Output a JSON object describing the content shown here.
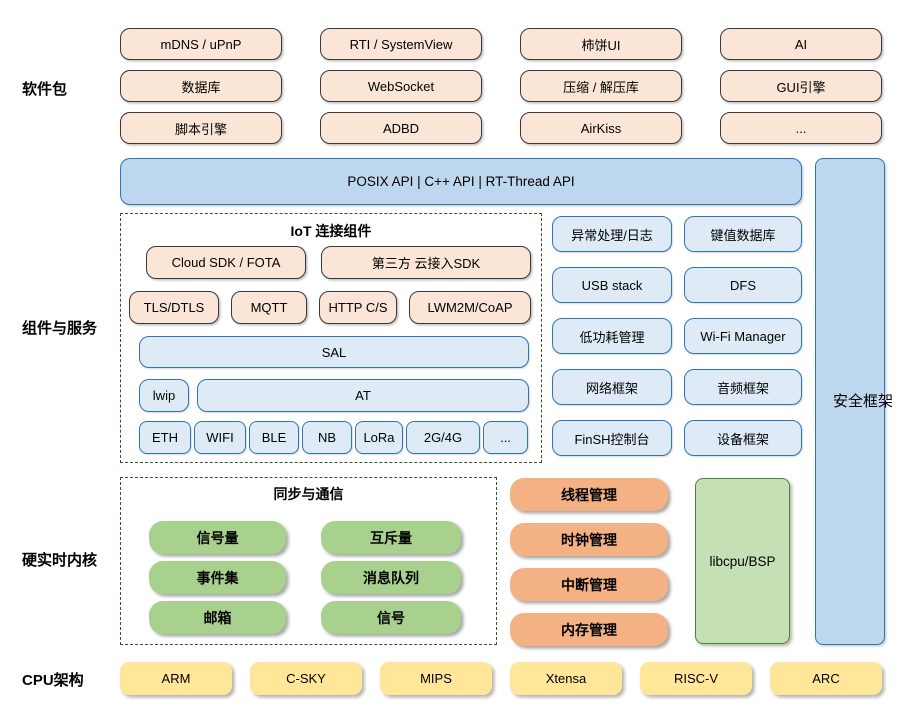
{
  "colors": {
    "package_fill": "#FBE5D6",
    "package_border": "#3A3838",
    "api_fill": "#BDD7EE",
    "component_fill": "#DEEBF7",
    "component_border": "#2E75B6",
    "sync_pill_fill": "#A9D18E",
    "kernel_pill_fill": "#F4B183",
    "libcpu_fill": "#C5E0B4",
    "libcpu_border": "#538135",
    "cpu_fill": "#FFE699",
    "group_dash_border": "#375623"
  },
  "side_labels": {
    "packages": "软件包",
    "components": "组件与服务",
    "kernel": "硬实时内核",
    "cpu": "CPU架构"
  },
  "packages": {
    "items": [
      "mDNS / uPnP",
      "RTI / SystemView",
      "柿饼UI",
      "AI",
      "数据库",
      "WebSocket",
      "压缩 / 解压库",
      "GUI引擎",
      "脚本引擎",
      "ADBD",
      "AirKiss",
      "..."
    ]
  },
  "api_bar": {
    "label": "POSIX API   |   C++ API   |   RT-Thread API"
  },
  "security": {
    "label": "安全框架"
  },
  "iot": {
    "title": "IoT 连接组件",
    "sdk_row": [
      "Cloud SDK / FOTA",
      "第三方 云接入SDK"
    ],
    "proto_row": [
      "TLS/DTLS",
      "MQTT",
      "HTTP C/S",
      "LWM2M/CoAP"
    ],
    "sal": "SAL",
    "net_row": [
      "lwip",
      "AT"
    ],
    "link_row": [
      "ETH",
      "WIFI",
      "BLE",
      "NB",
      "LoRa",
      "2G/4G",
      "..."
    ]
  },
  "services": {
    "items": [
      "异常处理/日志",
      "键值数据库",
      "USB stack",
      "DFS",
      "低功耗管理",
      "Wi-Fi Manager",
      "网络框架",
      "音频框架",
      "FinSH控制台",
      "设备框架"
    ]
  },
  "sync": {
    "title": "同步与通信",
    "items": [
      "信号量",
      "互斥量",
      "事件集",
      "消息队列",
      "邮箱",
      "信号"
    ]
  },
  "kernel_mgmt": {
    "items": [
      "线程管理",
      "时钟管理",
      "中断管理",
      "内存管理"
    ]
  },
  "libcpu": {
    "label": "libcpu/BSP"
  },
  "cpu_arch": {
    "items": [
      "ARM",
      "C-SKY",
      "MIPS",
      "Xtensa",
      "RISC-V",
      "ARC"
    ]
  }
}
